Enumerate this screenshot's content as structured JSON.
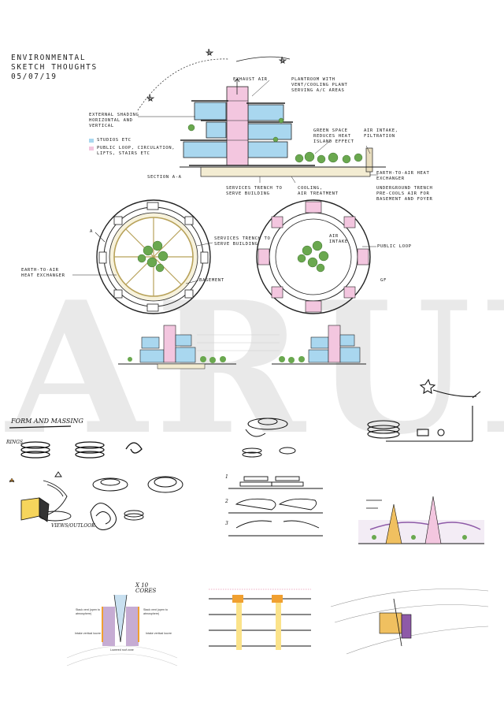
{
  "title": {
    "line1": "ENVIRONMENTAL",
    "line2": "SKETCH THOUGHTS",
    "line3": "05/07/19"
  },
  "watermark": "ARUP",
  "colors": {
    "studios": "#a9d7ef",
    "public_loop": "#f3c6df",
    "greenery": "#6aa84f",
    "ink": "#222222",
    "accent_orange": "#f0a030",
    "accent_purple": "#8e5aa8"
  },
  "section": {
    "exhaust_air": "EXHAUST AIR",
    "plantroom": "PLANTROOM WITH\nVENT/COOLING PLANT\nSERVING A/C AREAS",
    "external_shading": "EXTERNAL SHADING\nHORIZONTAL AND\nVERTICAL",
    "green_space": "GREEN SPACE\nREDUCES HEAT\nISLAND EFFECT",
    "air_intake": "AIR INTAKE,\nFILTRATION",
    "earth_to_air": "EARTH-TO-AIR HEAT\nEXCHANGER",
    "underground_trench": "UNDERGROUND TRENCH\nPRE-COOLS AIR FOR\nBASEMENT AND FOYER",
    "section_aa": "SECTION A-A",
    "services_trench": "SERVICES TRENCH TO\nSERVE BUILDING",
    "cooling": "COOLING,\nAIR TREATMENT"
  },
  "legend": [
    {
      "label": "STUDIOS ETC",
      "color": "#a9d7ef"
    },
    {
      "label": "PUBLIC LOOP, CIRCULATION,\nLIFTS, STAIRS ETC",
      "color": "#f3c6df"
    }
  ],
  "plans": {
    "a_marker": "A",
    "services_trench": "SERVICES TRENCH TO\nSERVE BUILDING",
    "earth_to_air": "EARTH-TO-AIR\nHEAT EXCHANGER",
    "basement": "BASEMENT",
    "air_intake": "AIR\nINTAKE",
    "public_loop": "PUBLIC LOOP",
    "gf": "GF"
  },
  "sketches": {
    "form_and_massing": "FORM AND MASSING",
    "rings": "RINGS",
    "views_outlook": "VIEWS/OUTLOOK",
    "x10_cores": "X 10\nCORES",
    "lowered_roof_zone": "Lowered roof zone",
    "intake_vertical_louvre_left": "Intake vertical louvre",
    "intake_vertical_louvre_right": "Intake vertical louvre",
    "vent_left": "Stack vent (open to\natmosphere)",
    "vent_right": "Stack vent (open to\natmosphere)",
    "num_1": "1",
    "num_2": "2",
    "num_3": "3"
  }
}
